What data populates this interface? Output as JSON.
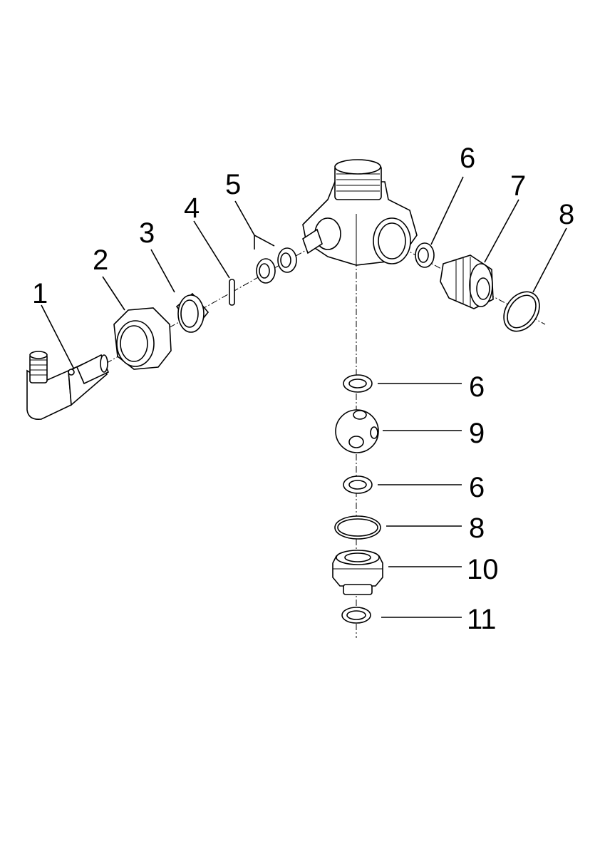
{
  "labels": {
    "p1": "1",
    "p2": "2",
    "p3": "3",
    "p4": "4",
    "p5": "5",
    "p6a": "6",
    "p7": "7",
    "p8a": "8",
    "p6b": "6",
    "p9": "9",
    "p6c": "6",
    "p8b": "8",
    "p10": "10",
    "p11": "11"
  }
}
